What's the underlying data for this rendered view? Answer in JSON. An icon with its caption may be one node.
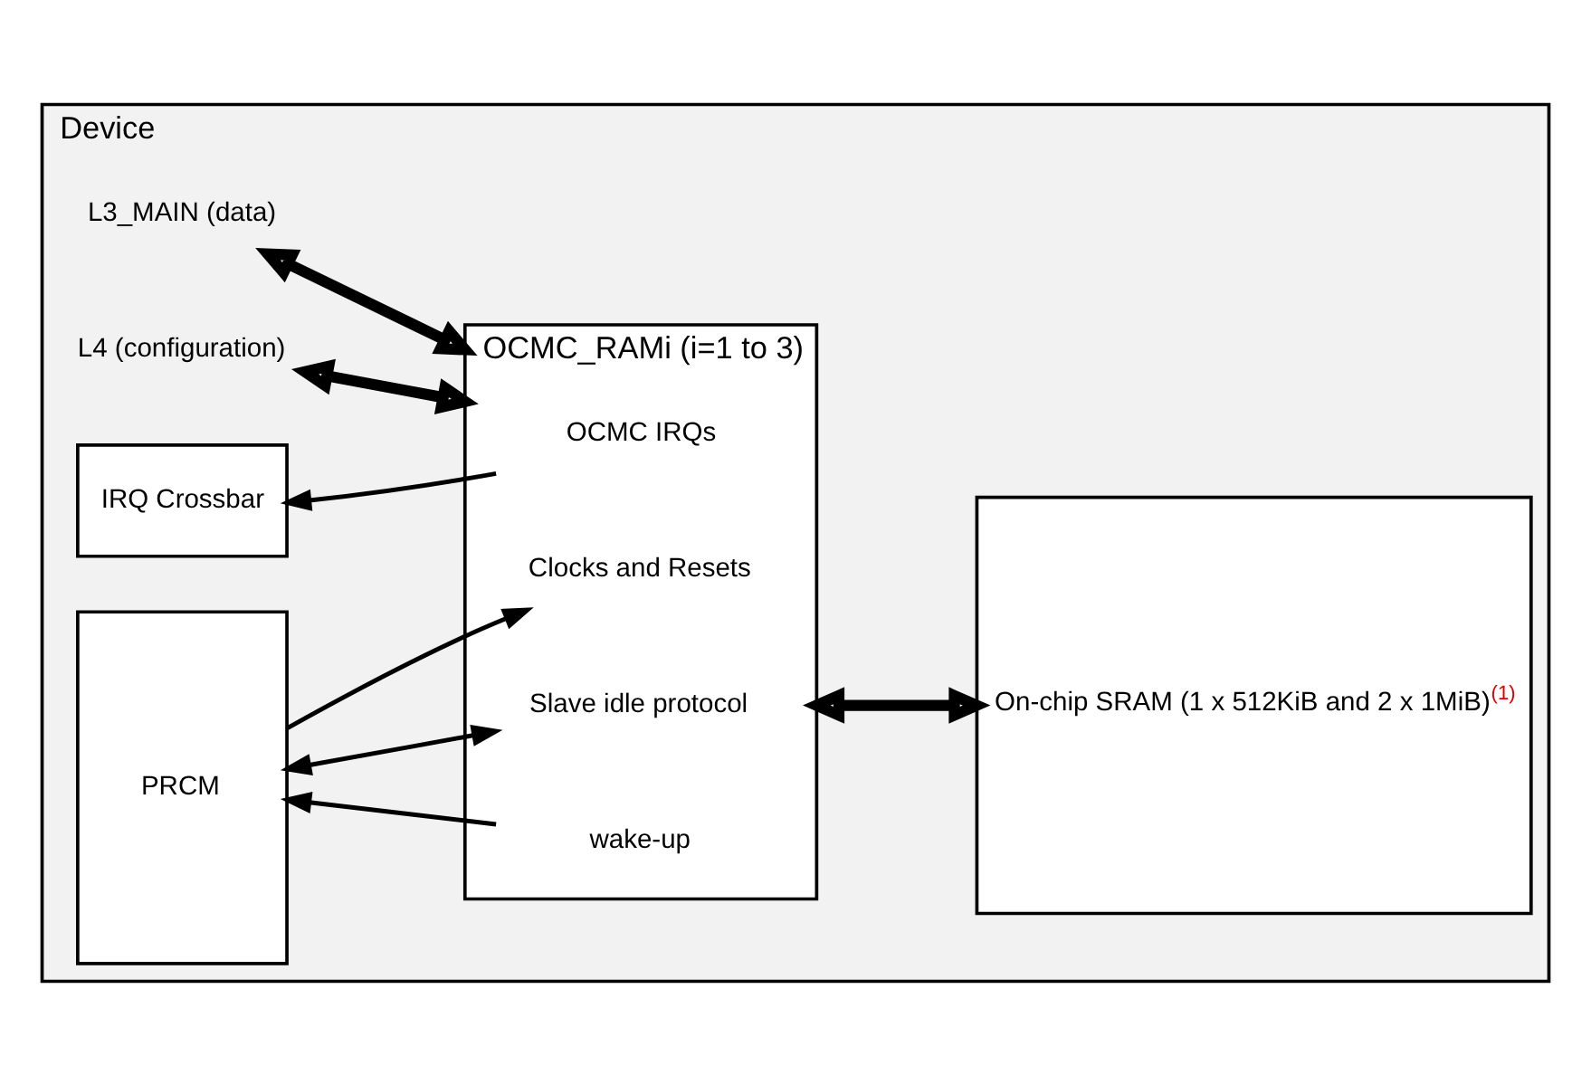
{
  "diagram": {
    "nodes": [
      {
        "text": [
          "Device"
        ]
      },
      {
        "text": [
          "L3_MAIN (data)"
        ],
        "in": 0
      },
      {
        "text": [
          "L4 (configuration)"
        ],
        "in": 0
      },
      {
        "text": [
          "OCMC_RAMi (i=1 to 3)"
        ],
        "in": 0
      },
      {
        "text": [
          "IRQ Crossbar"
        ],
        "in": 0
      },
      {
        "text": [
          "OCMC IRQs"
        ],
        "in": 3
      },
      {
        "text": [
          "On-chip SRAM (1 x 512KiB and 2 x 1MiB)$^{(1)}$"
        ],
        "in": 0
      },
      {
        "text": [
          "PRCM"
        ],
        "in": 0
      },
      {
        "text": [
          "Clocks and Resets"
        ],
        "in": 3
      },
      {
        "text": [
          "Slave idle protocol"
        ],
        "in": 3
      },
      {
        "text": [
          "wake-up"
        ],
        "in": 3
      }
    ],
    "edges": [
      {
        "from": 1,
        "to": 3,
        "arrow": "both",
        "style": "thick"
      },
      {
        "from": 2,
        "to": 3,
        "arrow": "both",
        "style": "thick"
      },
      {
        "from": 5,
        "to": 4,
        "arrow": "to"
      },
      {
        "from": 7,
        "to": 8,
        "arrow": "to"
      },
      {
        "from": 7,
        "to": 9,
        "arrow": "both"
      },
      {
        "from": 10,
        "to": 7,
        "arrow": "to"
      },
      {
        "from": 3,
        "to": 6,
        "arrow": "both",
        "style": "thick"
      }
    ]
  }
}
